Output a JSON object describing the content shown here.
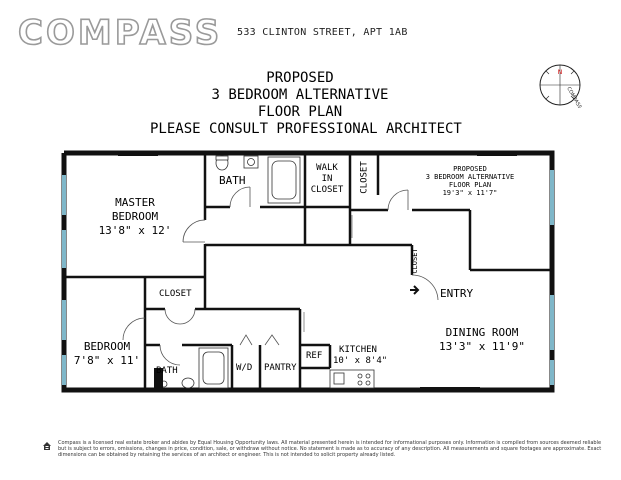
{
  "brand": {
    "logo_text": "COMPASS"
  },
  "address": "533 CLINTON STREET, APT 1AB",
  "title": {
    "lines": [
      "PROPOSED",
      "3 BEDROOM ALTERNATIVE",
      "FLOOR PLAN",
      "PLEASE CONSULT PROFESSIONAL ARCHITECT"
    ]
  },
  "compass": {
    "north": "N",
    "label": "COMPASS"
  },
  "rooms": {
    "master_bedroom": {
      "name_line1": "MASTER",
      "name_line2": "BEDROOM",
      "dims": "13'8\" x 12'"
    },
    "bath_top": {
      "name": "BATH"
    },
    "walk_in_closet": {
      "line1": "WALK",
      "line2": "IN",
      "line3": "CLOSET"
    },
    "closet_vertical": {
      "name": "CLOSET"
    },
    "proposed_room": {
      "line1": "PROPOSED",
      "line2": "3 BEDROOM ALTERNATIVE",
      "line3": "FLOOR PLAN",
      "dims": "19'3\" x 11'7\""
    },
    "closet_small": {
      "name": "CLOSET"
    },
    "entry": {
      "name": "ENTRY"
    },
    "closet_mid": {
      "name": "CLOSET"
    },
    "bedroom": {
      "name": "BEDROOM",
      "dims": "7'8\" x 11'"
    },
    "bath_bottom": {
      "name": "BATH"
    },
    "wd": {
      "name": "W/D"
    },
    "pantry": {
      "name": "PANTRY"
    },
    "ref": {
      "name": "REF"
    },
    "kitchen": {
      "name": "KITCHEN",
      "dims": "10' x 8'4\""
    },
    "dining": {
      "name": "DINING ROOM",
      "dims": "13'3\" x 11'9\""
    }
  },
  "footer": {
    "text": "Compass is a licensed real estate broker and abides by Equal Housing Opportunity laws. All material presented herein is intended for informational purposes only. Information is compiled from sources deemed reliable but is subject to errors, omissions, changes in price, condition, sale, or withdraw without notice. No statement is made as to accuracy of any description. All measurements and square footages are approximate. Exact dimensions can be obtained by retaining the services of an architect or engineer. This is not intended to solicit property already listed."
  },
  "colors": {
    "window": "#7fb7c9",
    "wall": "#111111",
    "logo_outline": "#9a9a9a"
  }
}
